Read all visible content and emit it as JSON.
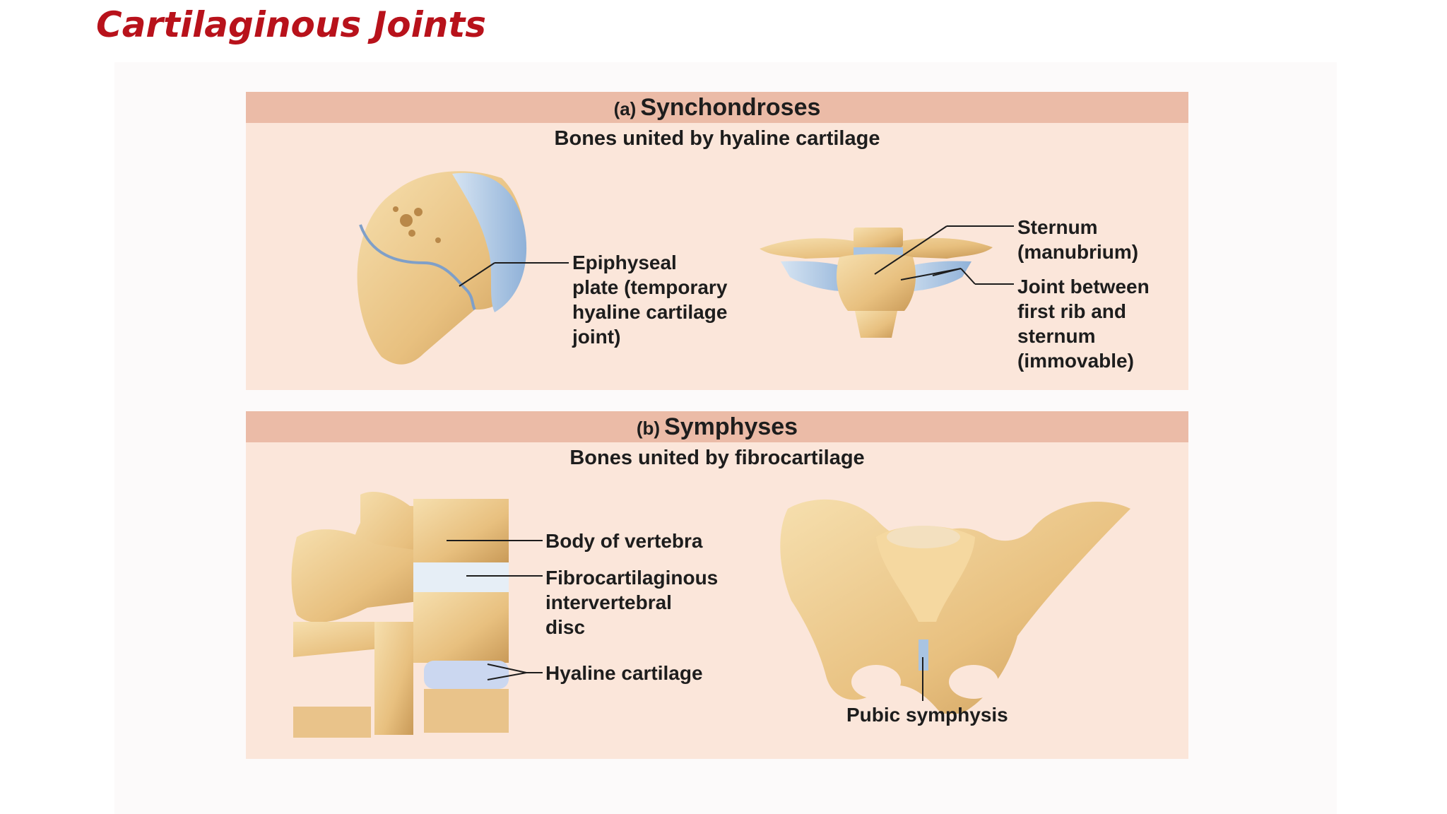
{
  "slide_title": "Cartilaginous Joints",
  "colors": {
    "title": "#b8121b",
    "panel": "#fbe6da",
    "panel_header": "#ebbba7",
    "bone": "#ecc98a",
    "cartilage": "#a9c4e2"
  },
  "panel_a": {
    "prefix": "(a)",
    "name": "Synchondroses",
    "subtitle": "Bones united by hyaline cartilage",
    "labels": {
      "epiphyseal": [
        "Epiphyseal",
        "plate (temporary",
        "hyaline cartilage",
        "joint)"
      ],
      "sternum": [
        "Sternum",
        "(manubrium)"
      ],
      "rib_joint": [
        "Joint between",
        "first rib and",
        "sternum",
        "(immovable)"
      ]
    }
  },
  "panel_b": {
    "prefix": "(b)",
    "name": "Symphyses",
    "subtitle": "Bones united by fibrocartilage",
    "labels": {
      "vertebra_body": "Body of vertebra",
      "disc": [
        "Fibrocartilaginous",
        "intervertebral",
        "disc"
      ],
      "hyaline": "Hyaline cartilage",
      "pubic": "Pubic symphysis"
    }
  }
}
